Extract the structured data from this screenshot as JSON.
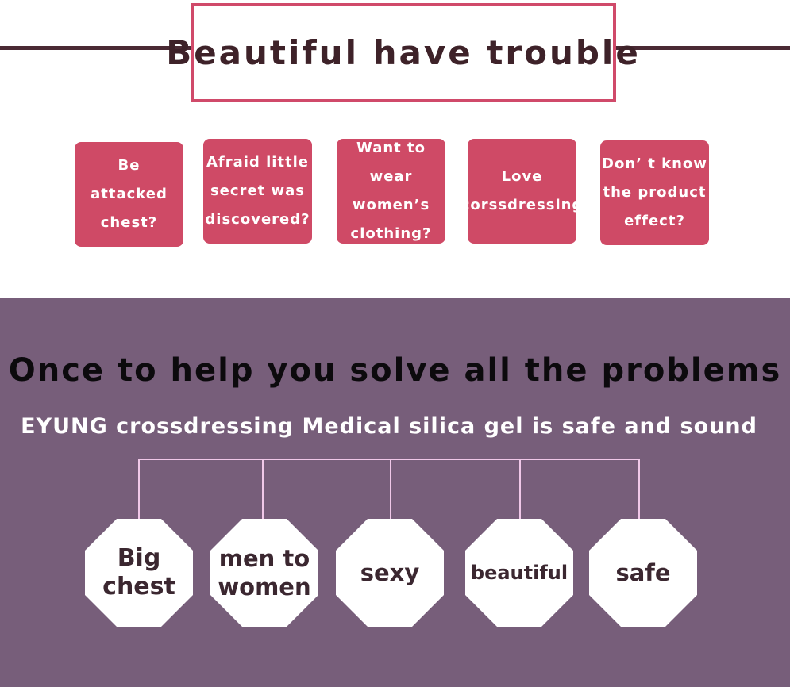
{
  "header": {
    "title": "Beautiful have trouble"
  },
  "troubles": [
    "Be\nattacked\nchest?",
    "Afraid little\nsecret was\ndiscovered?",
    "Want to wear\nwomen’s\nclothing?",
    "Love\ncorssdressing",
    "Don’ t know\nthe product\neffect?"
  ],
  "solution": {
    "headline": "Once to help you solve all the problems",
    "subline": "EYUNG crossdressing Medical silica gel is safe and sound",
    "benefits": [
      "Big\nchest",
      "men to\nwomen",
      "sexy",
      "beautiful",
      "safe"
    ]
  },
  "colors": {
    "accent": "#cf4a66",
    "dark": "#3e2229",
    "purple": "#775e7a",
    "connector": "#f0c8e8"
  }
}
